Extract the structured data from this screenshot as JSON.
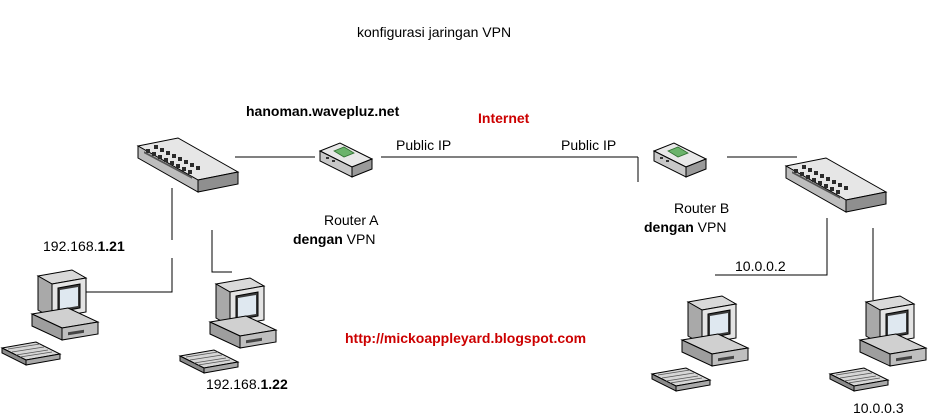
{
  "title": "konfigurasi jaringan VPN",
  "host_label": "hanoman.wavepluz.net",
  "internet_label": "Internet",
  "public_ip_left": "Public IP",
  "public_ip_right": "Public IP",
  "router_a": {
    "name": "Router A",
    "vpn_prefix": "dengan",
    "vpn_suffix": " VPN"
  },
  "router_b": {
    "name": "Router B",
    "vpn_prefix": "dengan",
    "vpn_suffix": " VPN"
  },
  "ips": {
    "pc_a1": {
      "prefix": "192.168.",
      "bold": "1.21"
    },
    "pc_a2": {
      "prefix": "192.168.",
      "bold": "1.22"
    },
    "pc_b1": "10.0.0.2",
    "pc_b2": "10.0.0.3"
  },
  "url": "http://mickoappleyard.blogspot.com",
  "colors": {
    "accent": "#cc0000",
    "device_body": "#dcdcdc",
    "device_dark": "#3a3a3a",
    "router_green": "#6bb36b"
  },
  "icons": [
    "switch-icon",
    "router-icon",
    "computer-icon"
  ]
}
